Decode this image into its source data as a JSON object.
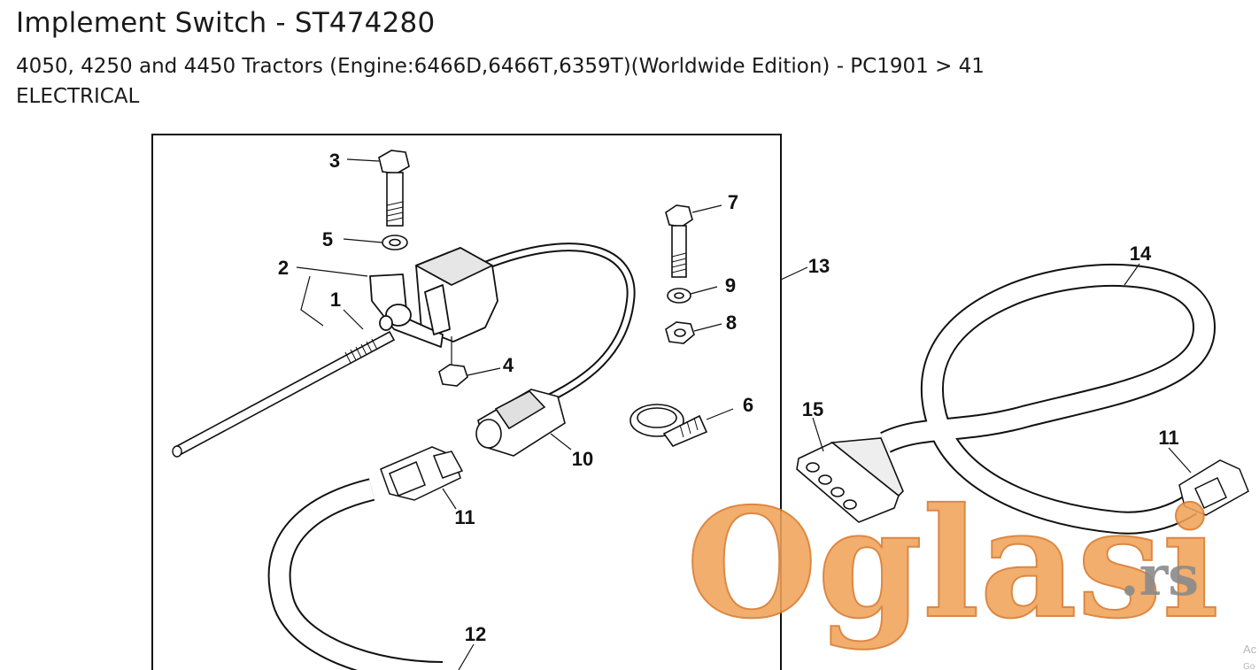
{
  "header": {
    "title": "Implement Switch - ST474280",
    "subtitle_line1": "4050, 4250 and 4450 Tractors (Engine:6466D,6466T,6359T)(Worldwide Edition) - PC1901 > 41",
    "subtitle_line2": "ELECTRICAL"
  },
  "callouts": {
    "c1": "1",
    "c2": "2",
    "c3": "3",
    "c4": "4",
    "c5": "5",
    "c6": "6",
    "c7": "7",
    "c8": "8",
    "c9": "9",
    "c10": "10",
    "c11a": "11",
    "c11b": "11",
    "c12": "12",
    "c13": "13",
    "c14": "14",
    "c15": "15"
  },
  "watermark": {
    "text": "Oglasi",
    "suffix": ".rs",
    "fill_color": "#f0a35a",
    "stroke_color": "#d9772a"
  },
  "corner_fragment": {
    "line1": "Ac",
    "line2": "Go"
  },
  "colors": {
    "line": "#111111",
    "part_fill": "#ffffff",
    "shade": "#d8d8d8"
  }
}
